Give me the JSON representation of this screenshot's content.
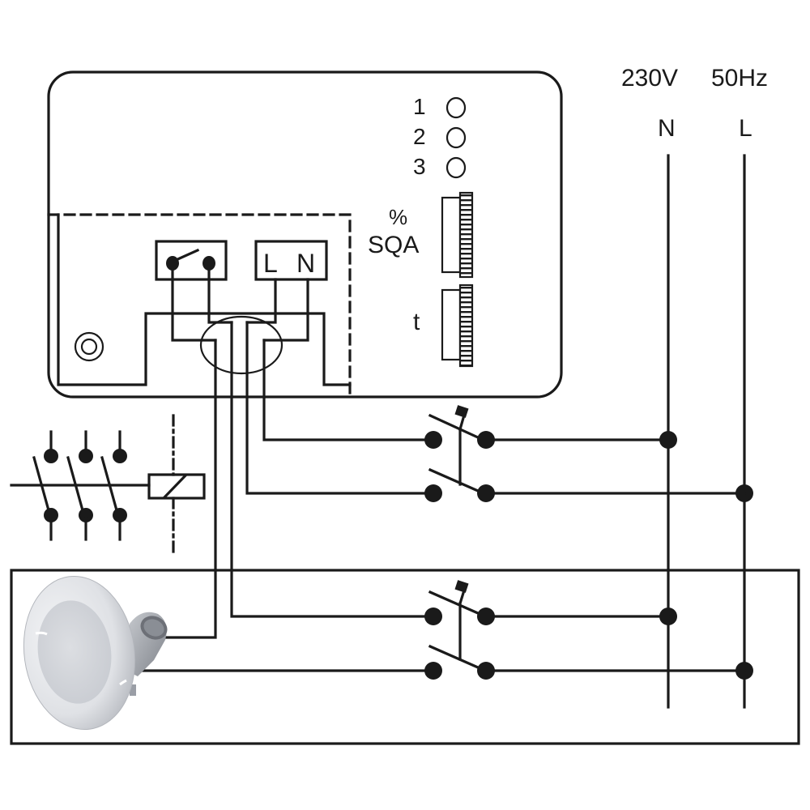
{
  "supply": {
    "voltage_label": "230V",
    "frequency_label": "50Hz",
    "neutral_label": "N",
    "line_label": "L"
  },
  "controller": {
    "indicators": [
      {
        "label": "1",
        "icon": "led-indicator-icon"
      },
      {
        "label": "2",
        "icon": "led-indicator-icon"
      },
      {
        "label": "3",
        "icon": "led-indicator-icon"
      }
    ],
    "dial_sqa": {
      "label_top": "%",
      "label_bottom": "SQA",
      "icon": "rotary-dial-icon"
    },
    "dial_t": {
      "label": "t",
      "icon": "rotary-dial-icon"
    },
    "terminal_relay": {
      "icon": "relay-contact-icon"
    },
    "terminal_power": {
      "l_label": "L",
      "n_label": "N"
    },
    "sensor": {
      "icon": "sensor-icon"
    }
  },
  "components": {
    "contactor": {
      "icon": "three-pole-contactor-icon"
    },
    "switch_upper": {
      "icon": "two-pole-switch-icon"
    },
    "switch_lower": {
      "icon": "two-pole-switch-icon"
    },
    "fan": {
      "icon": "ventilation-fan-icon"
    }
  },
  "colors": {
    "ink": "#1a1a1a",
    "background": "#ffffff",
    "fan_body": "#e4e5e8",
    "fan_face": "#d5d7dc",
    "fan_motor": "#9a9ea6"
  }
}
